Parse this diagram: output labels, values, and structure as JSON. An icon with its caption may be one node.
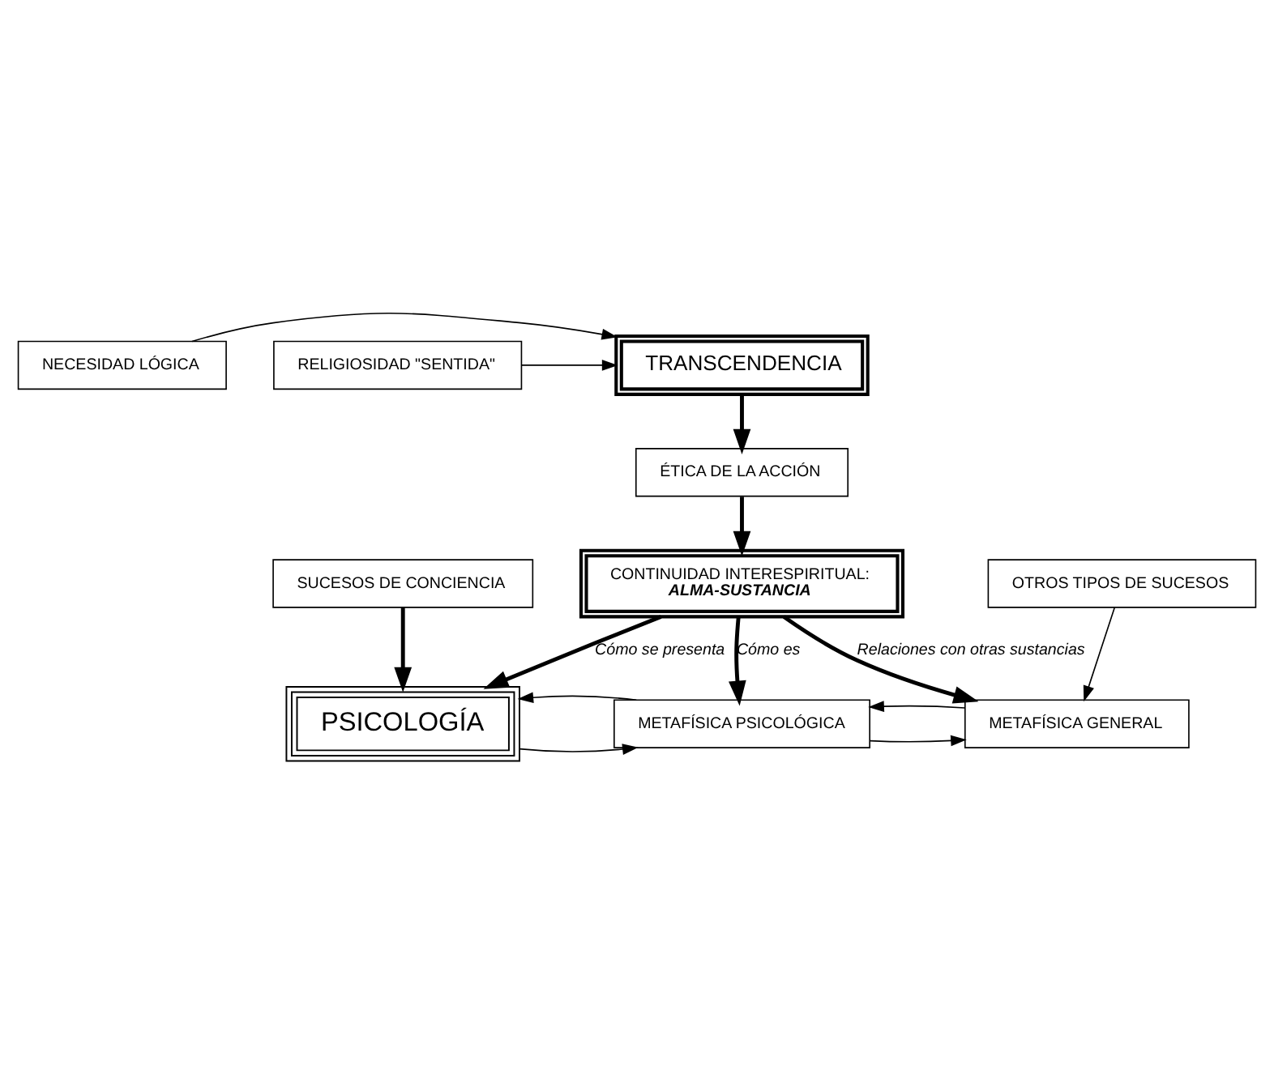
{
  "diagram": {
    "nodes": [
      {
        "text": [
          "NECESIDAD LÓGICA"
        ]
      },
      {
        "text": [
          "TRANSCENDENCIA"
        ]
      },
      {
        "text": [
          "RELIGIOSIDAD \"SENTIDA\""
        ]
      },
      {
        "text": [
          "ÉTICA DE LA ACCIÓN"
        ]
      },
      {
        "text": [
          "CONTINUIDAD INTERESPIRITUAL:",
          "ALMA-SUSTANCIA"
        ]
      },
      {
        "text": [
          "PSICOLOGÍA"
        ]
      },
      {
        "text": [
          "METAFÍSICA PSICOLÓGICA"
        ]
      },
      {
        "text": [
          "METAFÍSICA GENERAL"
        ]
      },
      {
        "text": [
          "SUCESOS DE CONCIENCIA"
        ]
      },
      {
        "text": [
          "OTROS TIPOS DE SUCESOS"
        ]
      }
    ],
    "edges": [
      {
        "from": 0,
        "to": 1,
        "arrow": "to"
      },
      {
        "from": 2,
        "to": 1,
        "arrow": "to"
      },
      {
        "from": 1,
        "to": 3,
        "arrow": "to",
        "style": "thick"
      },
      {
        "from": 3,
        "to": 4,
        "arrow": "to",
        "style": "thick"
      },
      {
        "from": 4,
        "to": 5,
        "arrow": "to",
        "style": "thick",
        "label": "Cómo se presenta"
      },
      {
        "from": 4,
        "to": 6,
        "arrow": "to",
        "style": "thick",
        "label": "Cómo es"
      },
      {
        "from": 4,
        "to": 7,
        "arrow": "to",
        "style": "thick",
        "label": "Relaciones con otras sustancias"
      },
      {
        "from": 5,
        "to": 6,
        "arrow": "to"
      },
      {
        "from": 6,
        "to": 5,
        "arrow": "to"
      },
      {
        "from": 6,
        "to": 7,
        "arrow": "to"
      },
      {
        "from": 7,
        "to": 6,
        "arrow": "to"
      },
      {
        "from": 8,
        "to": 5,
        "arrow": "to",
        "style": "thick"
      },
      {
        "from": 9,
        "to": 7,
        "arrow": "to"
      }
    ]
  }
}
